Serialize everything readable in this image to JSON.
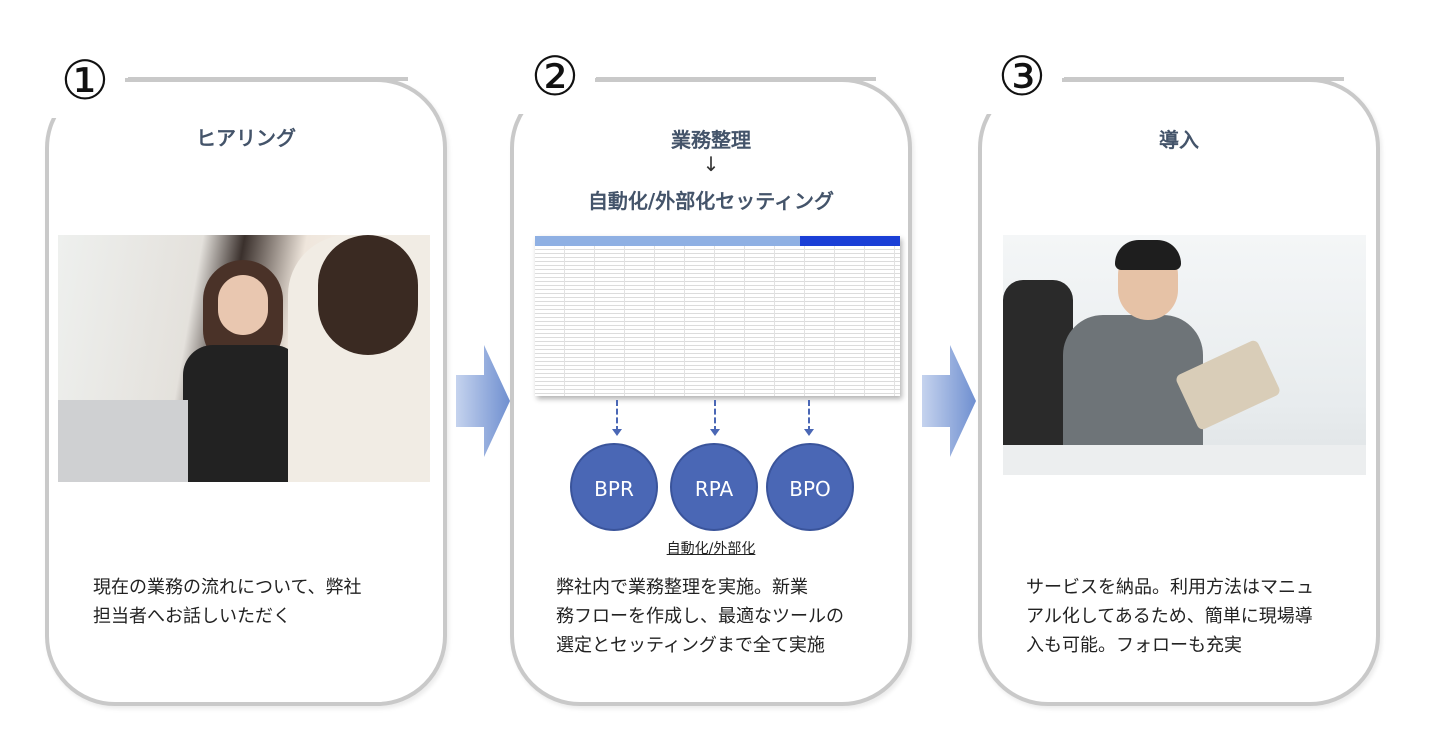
{
  "steps": [
    {
      "number": "①",
      "title": "ヒアリング",
      "description_lines": [
        "現在の業務の流れについて、弊社",
        "担当者へお話しいただく"
      ]
    },
    {
      "number": "②",
      "title": "業務整理",
      "arrow": "↓",
      "subtitle": "自動化/外部化セッティング",
      "tools": [
        "BPR",
        "RPA",
        "BPO"
      ],
      "tools_caption": "自動化/外部化",
      "description_lines": [
        "弊社内で業務整理を実施。新業",
        "務フローを作成し、最適なツールの",
        "選定とセッティングまで全て実施"
      ]
    },
    {
      "number": "③",
      "title": "導入",
      "description_lines": [
        "サービスを納品。利用方法はマニュ",
        "アル化してあるため、簡単に現場導",
        "入も可能。フォローも充実"
      ]
    }
  ],
  "colors": {
    "accent": "#4a67b5",
    "border": "#c9c9c9",
    "title": "#44546a"
  }
}
